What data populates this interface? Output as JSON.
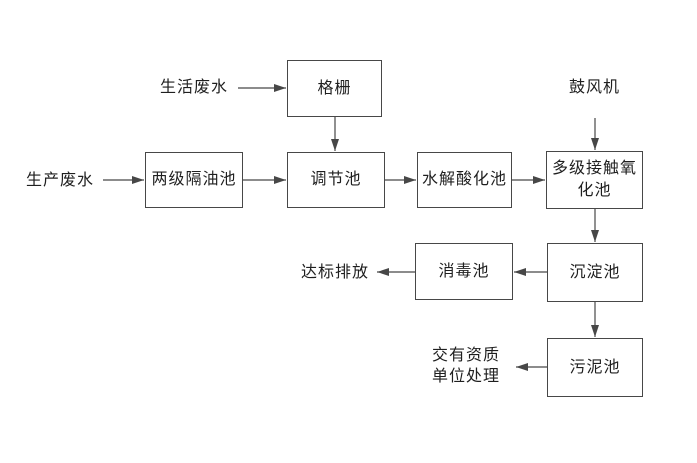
{
  "colors": {
    "line": "#474747",
    "text": "#1f1f1f",
    "background": "#ffffff"
  },
  "nodes": {
    "grating": "格栅",
    "oil_separation": "两级隔油池",
    "regulation": "调节池",
    "hydrolysis": "水解酸化池",
    "contact_oxidation": "多级接触氧化池",
    "sedimentation": "沉淀池",
    "disinfection": "消毒池",
    "sludge": "污泥池"
  },
  "labels": {
    "household": "生活废水",
    "production": "生产废水",
    "blower": "鼓风机",
    "discharge": "达标排放",
    "qualified_unit": "交有资质\n单位处理"
  },
  "edges": [
    {
      "from": "household",
      "to": "grating"
    },
    {
      "from": "grating",
      "to": "regulation"
    },
    {
      "from": "production",
      "to": "oil_separation"
    },
    {
      "from": "oil_separation",
      "to": "regulation"
    },
    {
      "from": "regulation",
      "to": "hydrolysis"
    },
    {
      "from": "hydrolysis",
      "to": "contact_oxidation"
    },
    {
      "from": "blower",
      "to": "contact_oxidation"
    },
    {
      "from": "contact_oxidation",
      "to": "sedimentation"
    },
    {
      "from": "sedimentation",
      "to": "disinfection"
    },
    {
      "from": "disinfection",
      "to": "discharge"
    },
    {
      "from": "sedimentation",
      "to": "sludge"
    },
    {
      "from": "sludge",
      "to": "qualified_unit"
    }
  ]
}
